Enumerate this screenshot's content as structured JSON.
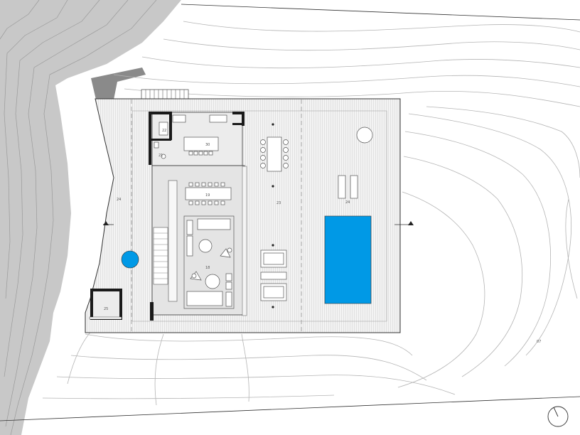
{
  "labels": {
    "garden": "07",
    "terrace_west": "24",
    "terrace_center": "23",
    "pool_deck": "24",
    "kitchen": "30",
    "bath": "22",
    "wc": "21",
    "dining": "19",
    "living": "18",
    "annex": "25"
  },
  "colors": {
    "water": "#0099e6",
    "cliff": "#c8c8c8",
    "deck": "#f0f0f0",
    "interior": "#e4e4e4",
    "line": "#444444"
  },
  "icons": {
    "north_arrow": "compass-north-icon",
    "section_marker_left": "section-marker-icon",
    "section_marker_right": "section-marker-icon"
  }
}
